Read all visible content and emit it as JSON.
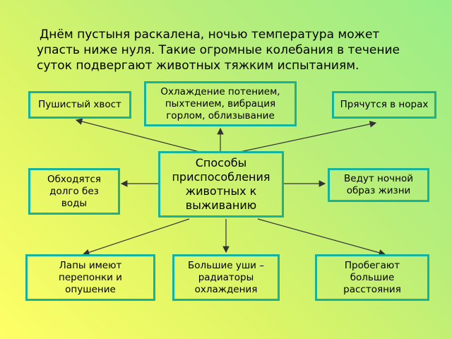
{
  "intro": {
    "line1": "Днём пустыня раскалена,  ночью температура может",
    "line2": "упасть ниже нуля. Такие огромные колебания в течение",
    "line3": "суток подвергают животных тяжким испытаниям."
  },
  "center": {
    "line1": "Способы",
    "line2": "приспособления",
    "line3": "животных к",
    "line4": "выживанию"
  },
  "top_center": {
    "line1": "Охлаждение потением,",
    "line2": "пыхтением, вибрация",
    "line3": "горлом, облизывание"
  },
  "top_left": {
    "line1": "Пушистый хвост"
  },
  "top_right": {
    "line1": "Прячутся в норах"
  },
  "mid_left": {
    "line1": "Обходятся",
    "line2": "долго без",
    "line3": "воды"
  },
  "mid_right": {
    "line1": "Ведут ночной",
    "line2": "образ жизни"
  },
  "bottom_left": {
    "line1": "Лапы имеют",
    "line2": "перепонки и",
    "line3": "опушение"
  },
  "bottom_center": {
    "line1": "Большие уши –",
    "line2": "радиаторы",
    "line3": "охлаждения"
  },
  "bottom_right": {
    "line1": "Пробегают",
    "line2": "большие",
    "line3": "расстояния"
  },
  "colors": {
    "border": "#16b39c",
    "arrow": "#333333"
  }
}
